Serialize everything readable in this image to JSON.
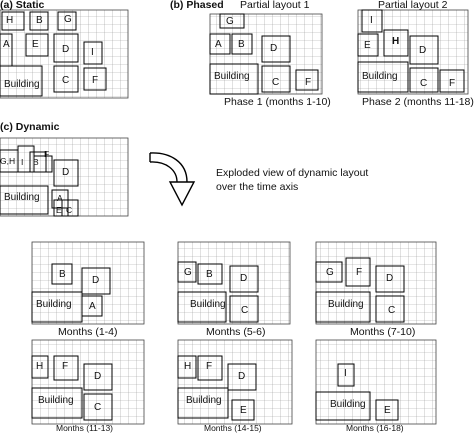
{
  "static_panel": {
    "title": "(a) Static",
    "labels": {
      "H": "H",
      "B": "B",
      "G": "G",
      "A": "A",
      "E": "E",
      "D": "D",
      "I": "I",
      "C": "C",
      "F": "F",
      "building": "Building"
    }
  },
  "phased_panel": {
    "title": "(b) Phased",
    "layout1": {
      "heading": "Partial layout 1",
      "caption": "Phase 1 (months 1-10)",
      "labels": {
        "G": "G",
        "A": "A",
        "B": "B",
        "D": "D",
        "C": "C",
        "F": "F",
        "building": "Building"
      }
    },
    "layout2": {
      "heading": "Partial layout 2",
      "caption": "Phase 2 (months 11-18)",
      "labels": {
        "I": "I",
        "E": "E",
        "H": "H",
        "D": "D",
        "C": "C",
        "F": "F",
        "building": "Building"
      }
    }
  },
  "dynamic_panel": {
    "title": "(c) Dynamic",
    "labels": {
      "GHI": "G,H",
      "I": "I",
      "B": "B",
      "F": "F",
      "D": "D",
      "A": "A",
      "E": "E",
      "C": "C",
      "building": "Building"
    },
    "exploded_note_line1": "Exploded view of dynamic layout",
    "exploded_note_line2": "over the time axis"
  },
  "time_layouts": [
    {
      "caption": "Months (1-4)",
      "labels": {
        "B": "B",
        "D": "D",
        "A": "A",
        "building": "Building"
      }
    },
    {
      "caption": "Months (5-6)",
      "labels": {
        "G": "G",
        "B": "B",
        "D": "D",
        "C": "C",
        "building": "Building"
      }
    },
    {
      "caption": "Months (7-10)",
      "labels": {
        "G": "G",
        "F": "F",
        "D": "D",
        "C": "C",
        "building": "Building"
      }
    },
    {
      "caption": "Months (11-13)",
      "labels": {
        "H": "H",
        "F": "F",
        "D": "D",
        "C": "C",
        "building": "Building"
      }
    },
    {
      "caption": "Months (14-15)",
      "labels": {
        "H": "H",
        "F": "F",
        "D": "D",
        "E": "E",
        "building": "Building"
      }
    },
    {
      "caption": "Months (16-18)",
      "labels": {
        "I": "I",
        "E": "E",
        "building": "Building"
      }
    }
  ]
}
